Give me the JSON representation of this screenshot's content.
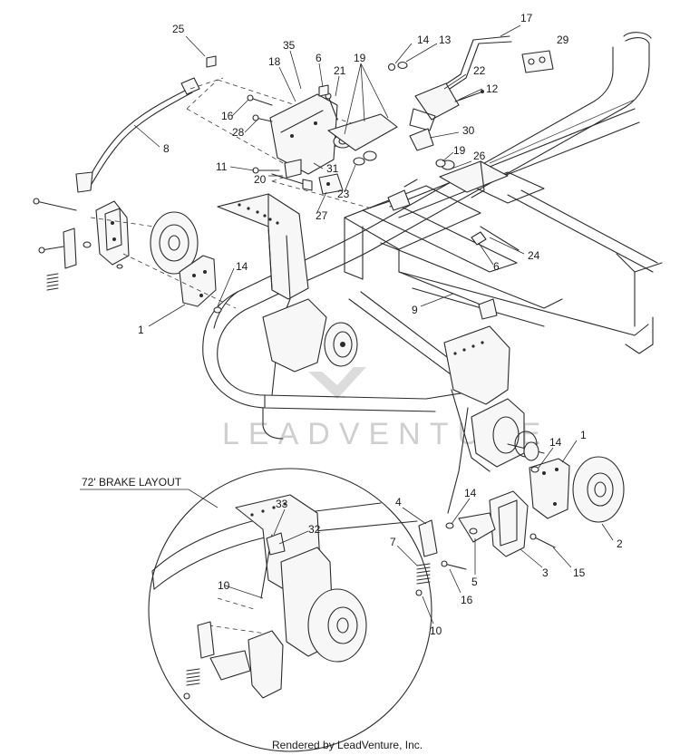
{
  "inset": {
    "title": "72' BRAKE LAYOUT"
  },
  "watermark": {
    "text": "LEADVENTURE"
  },
  "footer": {
    "text": "Rendered by LeadVenture, Inc."
  },
  "callouts": {
    "c25": "25",
    "c35": "35",
    "c18": "18",
    "c6a": "6",
    "c19": "19",
    "c21": "21",
    "c14a": "14",
    "c13": "13",
    "c17": "17",
    "c29": "29",
    "c22": "22",
    "c12": "12",
    "c16a": "16",
    "c28": "28",
    "c8": "8",
    "c30": "30",
    "c19b": "19",
    "c26": "26",
    "c11": "11",
    "c31": "31",
    "c20": "20",
    "c23": "23",
    "c27": "27",
    "c24": "24",
    "c6b": "6",
    "c9": "9",
    "c1a": "1",
    "c14b": "14",
    "c1b": "1",
    "c14c": "14",
    "c4": "4",
    "c14d": "14",
    "c2": "2",
    "c7": "7",
    "c5": "5",
    "c3": "3",
    "c15": "15",
    "c16b": "16",
    "c10a": "10",
    "c33": "33",
    "c32": "32",
    "c10b": "10"
  }
}
